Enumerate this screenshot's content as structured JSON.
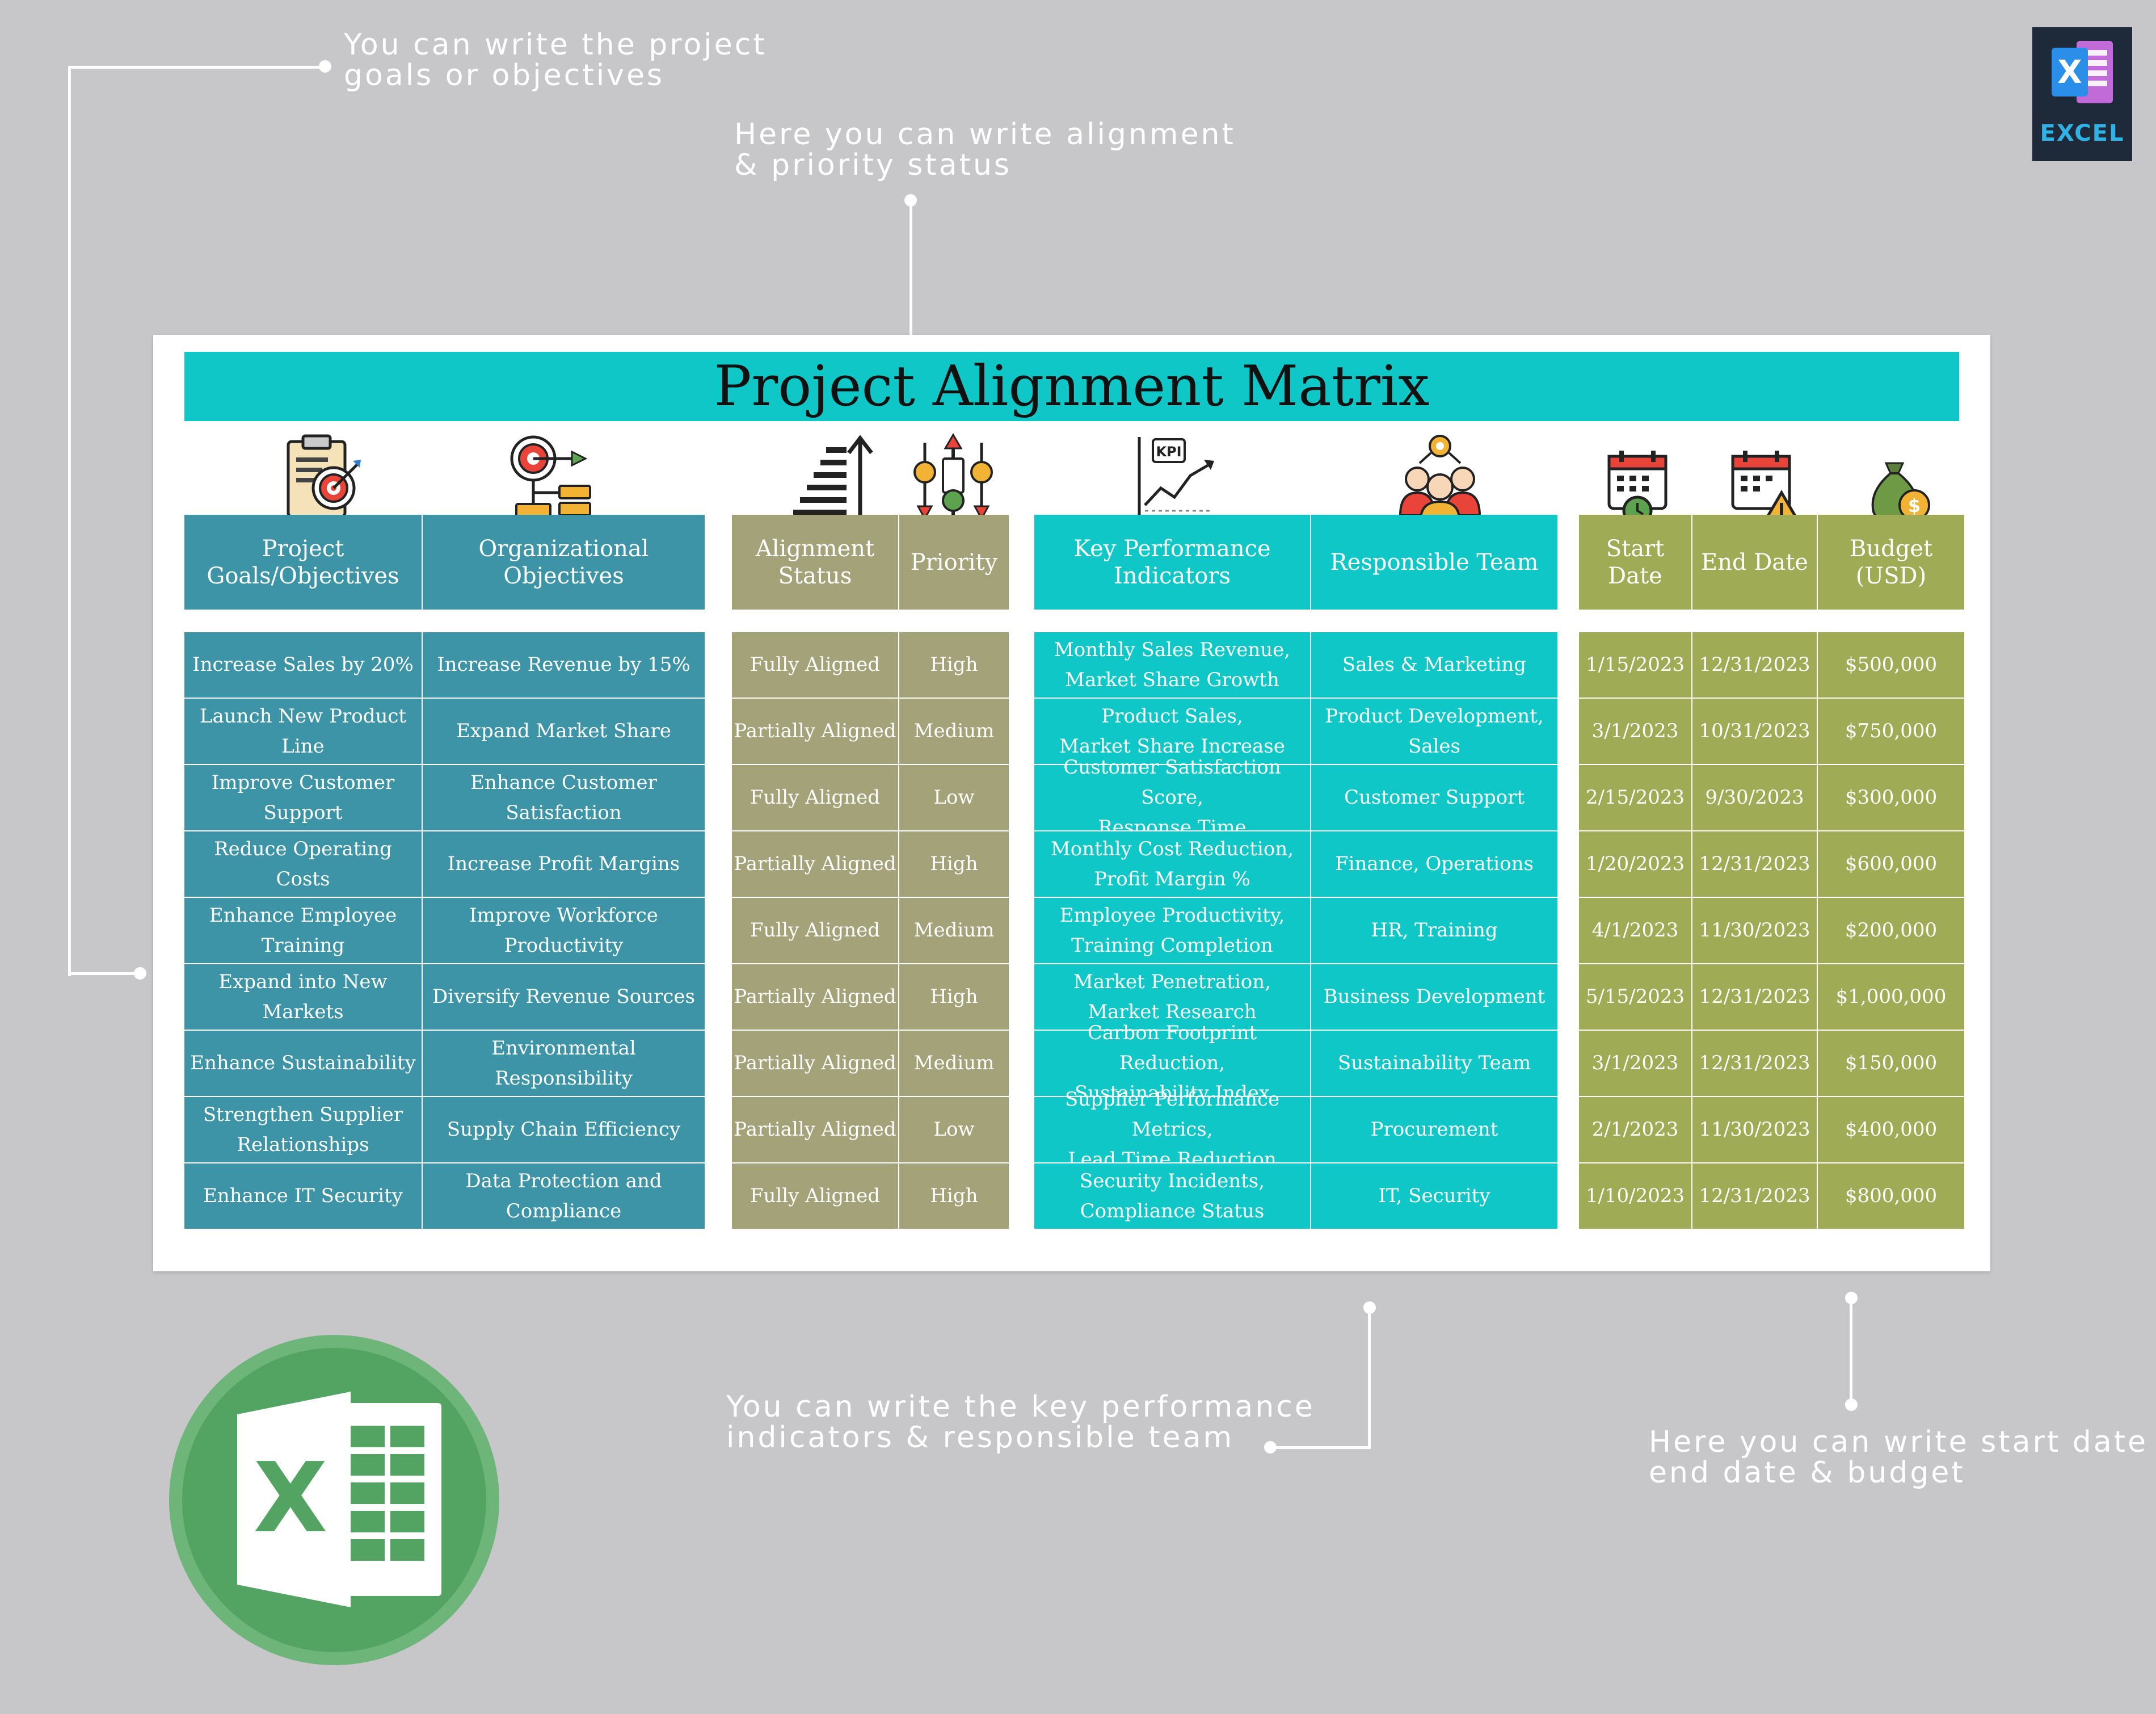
{
  "callouts": {
    "goals": [
      "You can write the project",
      "goals or objectives"
    ],
    "alignment": [
      "Here you can write alignment",
      "& priority status"
    ],
    "kpi": [
      "You can write the key performance",
      "indicators & responsible team"
    ],
    "dates": [
      "Here you can write start date",
      "end date & budget"
    ]
  },
  "badge": {
    "label": "EXCEL"
  },
  "title": "Project Alignment Matrix",
  "headers": [
    "Project Goals/Objectives",
    "Organizational Objectives",
    "Alignment Status",
    "Priority",
    "Key Performance Indicators",
    "Responsible Team",
    "Start Date",
    "End Date",
    "Budget (USD)"
  ],
  "rows": [
    [
      "Increase Sales by 20%",
      "Increase Revenue by 15%",
      "Fully Aligned",
      "High",
      "Monthly Sales Revenue,\nMarket Share Growth",
      "Sales & Marketing",
      "1/15/2023",
      "12/31/2023",
      "$500,000"
    ],
    [
      "Launch New Product Line",
      "Expand Market Share",
      "Partially Aligned",
      "Medium",
      "Product Sales,\nMarket Share Increase",
      "Product Development, Sales",
      "3/1/2023",
      "10/31/2023",
      "$750,000"
    ],
    [
      "Improve Customer Support",
      "Enhance Customer\nSatisfaction",
      "Fully Aligned",
      "Low",
      "Customer Satisfaction Score,\nResponse Time",
      "Customer Support",
      "2/15/2023",
      "9/30/2023",
      "$300,000"
    ],
    [
      "Reduce Operating Costs",
      "Increase Profit Margins",
      "Partially Aligned",
      "High",
      "Monthly Cost Reduction,\nProfit Margin %",
      "Finance, Operations",
      "1/20/2023",
      "12/31/2023",
      "$600,000"
    ],
    [
      "Enhance Employee Training",
      "Improve Workforce\nProductivity",
      "Fully Aligned",
      "Medium",
      "Employee Productivity,\nTraining Completion",
      "HR, Training",
      "4/1/2023",
      "11/30/2023",
      "$200,000"
    ],
    [
      "Expand into New Markets",
      "Diversify Revenue Sources",
      "Partially Aligned",
      "High",
      "Market Penetration,\nMarket Research",
      "Business Development",
      "5/15/2023",
      "12/31/2023",
      "$1,000,000"
    ],
    [
      "Enhance Sustainability",
      "Environmental Responsibility",
      "Partially Aligned",
      "Medium",
      "Carbon Footprint Reduction,\nSustainability Index",
      "Sustainability Team",
      "3/1/2023",
      "12/31/2023",
      "$150,000"
    ],
    [
      "Strengthen Supplier\nRelationships",
      "Supply Chain Efficiency",
      "Partially Aligned",
      "Low",
      "Supplier Performance Metrics,\nLead Time Reduction",
      "Procurement",
      "2/1/2023",
      "11/30/2023",
      "$400,000"
    ],
    [
      "Enhance IT Security",
      "Data Protection and Compliance",
      "Fully Aligned",
      "High",
      "Security Incidents,\nCompliance Status",
      "IT, Security",
      "1/10/2023",
      "12/31/2023",
      "$800,000"
    ]
  ],
  "icons": [
    "clipboard-target-icon",
    "target-network-icon",
    "bars-arrow-up-icon",
    "priority-rank-icon",
    "kpi-chart-icon",
    "team-gear-icon",
    "calendar-clock-icon",
    "calendar-warning-icon",
    "money-bag-icon"
  ],
  "colors": {
    "blue": "#3d94a6",
    "olive": "#a4a278",
    "teal": "#10c7c7",
    "green": "#9fab55",
    "excel_green": "#1e7145"
  }
}
